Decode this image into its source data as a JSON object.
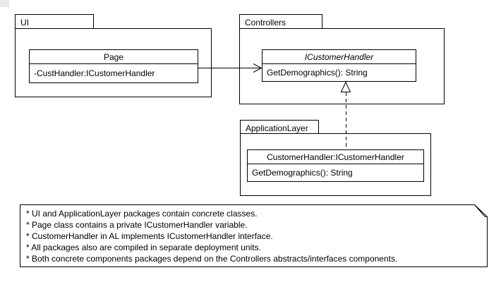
{
  "packages": [
    {
      "name": "UI"
    },
    {
      "name": "Controllers"
    },
    {
      "name": "ApplicationLayer"
    }
  ],
  "classes": [
    {
      "title": "Page",
      "member": "-CustHandler:ICustomerHandler"
    },
    {
      "title": "ICustomerHandler",
      "member": "GetDemographics(): String"
    },
    {
      "title": "CustomerHandler:ICustomerHandler",
      "member": "GetDemographics(): String"
    }
  ],
  "note": {
    "lines": [
      "* UI and ApplicationLayer packages contain concrete classes.",
      "* Page class contains a private ICustomerHandler variable.",
      "* CustomerHandler in AL implements ICustomerHandler interface.",
      "* All packages also are compiled in separate deployment units.",
      "* Both concrete components packages depend on the Controllers abstracts/interfaces components."
    ]
  },
  "relations": [
    {
      "type": "dependency",
      "from": "Page",
      "to": "ICustomerHandler",
      "line": "solid",
      "head": "open-arrow"
    },
    {
      "type": "realization",
      "from": "CustomerHandler:ICustomerHandler",
      "to": "ICustomerHandler",
      "line": "dashed",
      "head": "hollow-triangle"
    }
  ],
  "colors": {
    "background": "#ffffff",
    "line": "#000000",
    "text": "#000000",
    "corner_artifact": "#e9e9e9"
  }
}
